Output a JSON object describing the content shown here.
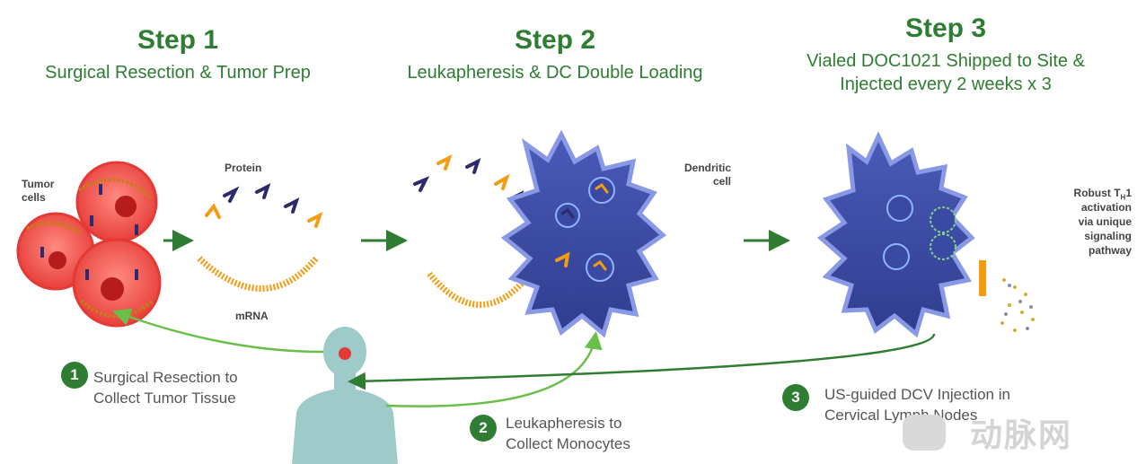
{
  "steps": [
    {
      "title": "Step 1",
      "subtitle_line1": "Surgical Resection & Tumor Prep",
      "subtitle_line2": ""
    },
    {
      "title": "Step 2",
      "subtitle_line1": "Leukapheresis & DC Double Loading",
      "subtitle_line2": ""
    },
    {
      "title": "Step 3",
      "subtitle_line1": "Vialed DOC1021 Shipped to Site &",
      "subtitle_line2": "Injected every 2 weeks x 3"
    }
  ],
  "labels": {
    "tumor_1": "Tumor",
    "tumor_2": "cells",
    "protein": "Protein",
    "mrna": "mRNA",
    "dendritic_1": "Dendritic",
    "dendritic_2": "cell",
    "robust_pre": "Robust T",
    "robust_sub": "H",
    "robust_post": "1",
    "robust_2": "activation",
    "robust_3": "via unique",
    "robust_4": "signaling",
    "robust_5": "pathway"
  },
  "procedures": [
    {
      "number": "1",
      "line1": "Surgical Resection to",
      "line2": "Collect Tumor Tissue"
    },
    {
      "number": "2",
      "line1": "Leukapheresis to",
      "line2": "Collect Monocytes"
    },
    {
      "number": "3",
      "line1": "US-guided DCV Injection in",
      "line2": "Cervical Lymph Nodes"
    }
  ],
  "watermark": {
    "text": "动脉网"
  },
  "colors": {
    "green": "#2e7d32",
    "cell_blue": "#3f4fa8",
    "cell_light": "#6d80d6",
    "tumor_red": "#e53935",
    "mrna_orange": "#f39c12",
    "arrow_light_green": "#6abf4b",
    "silhouette": "#9ecbc9"
  },
  "icons": [
    "arrow-right-icon",
    "curved-arrow-icon",
    "human-silhouette-icon",
    "dendritic-cell-icon",
    "tumor-cell-icon",
    "mrna-strand-icon",
    "protein-icon"
  ]
}
